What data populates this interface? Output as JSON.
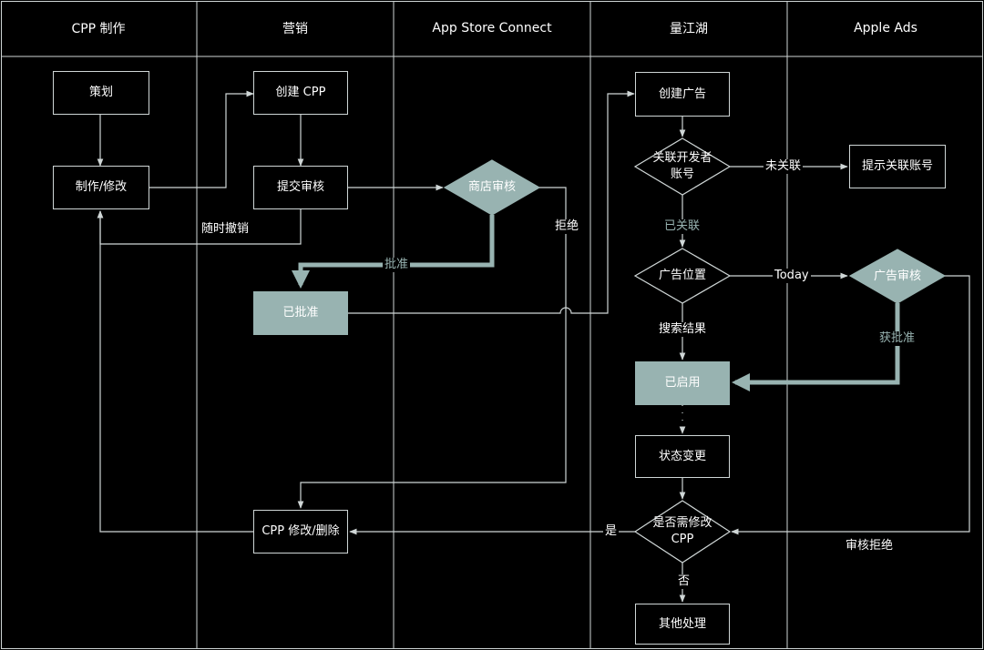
{
  "lanes": [
    "CPP 制作",
    "营销",
    "App Store Connect",
    "量江湖",
    "Apple Ads"
  ],
  "nodes": {
    "plan": "策划",
    "make": "制作/修改",
    "create_cpp": "创建 CPP",
    "submit": "提交审核",
    "store_review": "商店审核",
    "approved": "已批准",
    "modify_delete": "CPP 修改/删除",
    "create_ad": "创建广告",
    "link_dev": "关联开发者\n账号",
    "prompt_link": "提示关联账号",
    "ad_position": "广告位置",
    "ad_review": "广告审核",
    "enabled": "已启用",
    "status_change": "状态变更",
    "need_modify": "是否需修改\nCPP",
    "other": "其他处理"
  },
  "edge_labels": {
    "withdraw": "随时撤销",
    "reject": "拒绝",
    "approve": "批准",
    "not_linked": "未关联",
    "linked": "已关联",
    "today": "Today",
    "search_results": "搜索结果",
    "got_approved": "获批准",
    "yes": "是",
    "no": "否",
    "review_rejected": "审核拒绝"
  },
  "colors": {
    "background": "#000000",
    "line": "#cfd6d6",
    "accent": "#98b3b1"
  }
}
